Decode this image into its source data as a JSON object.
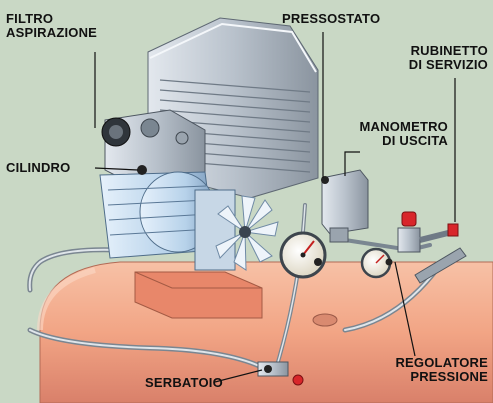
{
  "labels": {
    "filtro": {
      "line1": "FILTRO",
      "line2": "ASPIRAZIONE"
    },
    "pressostato": {
      "line1": "PRESSOSTATO"
    },
    "rubinetto": {
      "line1": "RUBINETTO",
      "line2": "DI SERVIZIO"
    },
    "manometro": {
      "line1": "MANOMETRO",
      "line2": "DI USCITA"
    },
    "cilindro": {
      "line1": "CILINDRO"
    },
    "regolatore": {
      "line1": "REGOLATORE",
      "line2": "PRESSIONE"
    },
    "serbatoio": {
      "line1": "SERBATOIO"
    }
  },
  "colors": {
    "background": "#c9d8c5",
    "tank": "#f2a585",
    "tank_shadow": "#d9806a",
    "metal": "#b9c2cc",
    "metal_dark": "#6f7a86",
    "cylinder_blue": "#b7d2ea",
    "gauge_face": "#f5f0e0",
    "valve_red": "#d8262a"
  }
}
